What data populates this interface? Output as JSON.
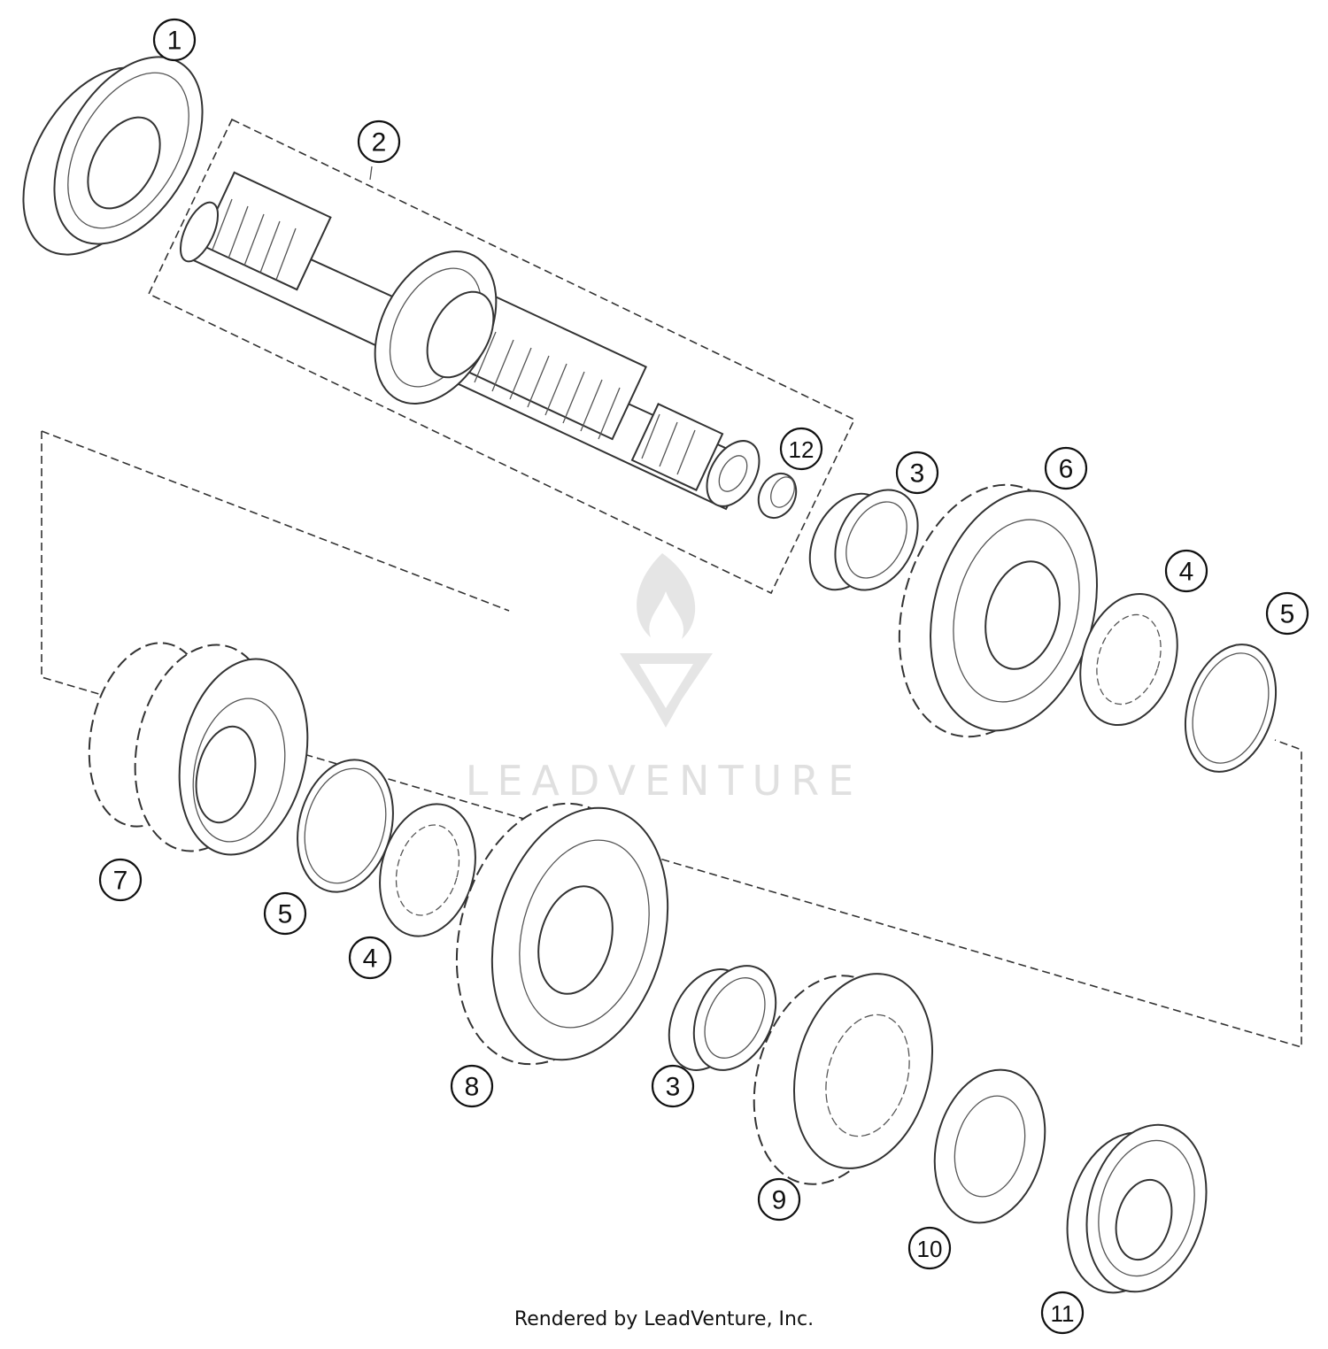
{
  "diagram": {
    "callouts": [
      {
        "id": "c1",
        "label": "1"
      },
      {
        "id": "c2",
        "label": "2"
      },
      {
        "id": "c3a",
        "label": "3"
      },
      {
        "id": "c3b",
        "label": "3"
      },
      {
        "id": "c4a",
        "label": "4"
      },
      {
        "id": "c4b",
        "label": "4"
      },
      {
        "id": "c5a",
        "label": "5"
      },
      {
        "id": "c5b",
        "label": "5"
      },
      {
        "id": "c6",
        "label": "6"
      },
      {
        "id": "c7",
        "label": "7"
      },
      {
        "id": "c8",
        "label": "8"
      },
      {
        "id": "c9",
        "label": "9"
      },
      {
        "id": "c10",
        "label": "10"
      },
      {
        "id": "c11",
        "label": "11"
      },
      {
        "id": "c12",
        "label": "12"
      }
    ],
    "watermark": "LEADVENTURE",
    "credit": "Rendered by LeadVenture, Inc."
  }
}
